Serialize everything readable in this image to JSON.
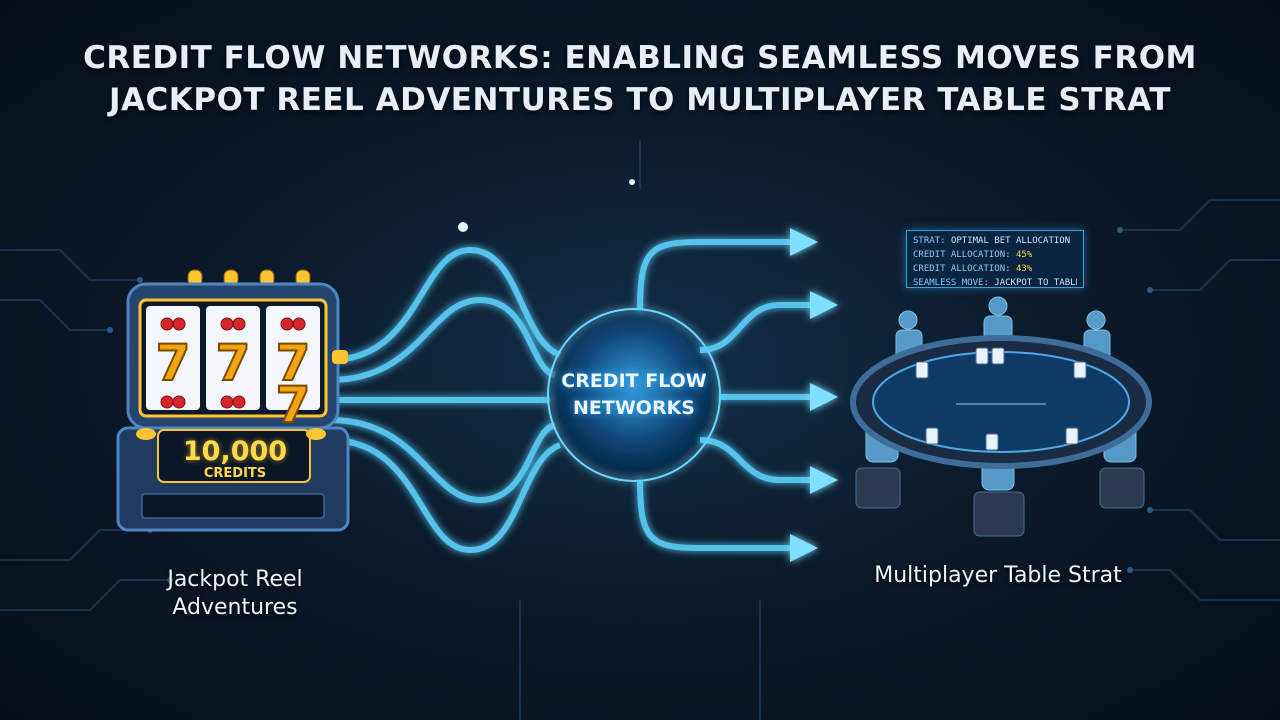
{
  "title": {
    "line1": "CREDIT FLOW NETWORKS: ENABLING SEAMLESS MOVES FROM",
    "line2": "JACKPOT REEL ADVENTURES TO MULTIPLAYER TABLE STRAT"
  },
  "hub": {
    "line1": "CREDIT FLOW",
    "line2": "NETWORKS"
  },
  "slot_machine": {
    "credits_value": "10,000",
    "credits_unit": "CREDITS",
    "reel_symbol": "7"
  },
  "left_label": {
    "line1": "Jackpot Reel",
    "line2": "Adventures"
  },
  "right_label": "Multiplayer Table Strat",
  "strategy_panel": {
    "rows": [
      {
        "key": "STRAT:",
        "value": "OPTIMAL BET ALLOCATION"
      },
      {
        "key": "CREDIT ALLOCATION:",
        "value": "45%"
      },
      {
        "key": "CREDIT ALLOCATION:",
        "value": "43%"
      },
      {
        "key": "SEAMLESS MOVE:",
        "value": "JACKPOT TO TABLE"
      }
    ]
  },
  "colors": {
    "flow": "#5fd4ff",
    "flow_glow": "#1d8fe0",
    "gold": "#ffc531",
    "machine": "#25456e"
  },
  "icons": {
    "reel_fruit": "cherry-icon",
    "arrow": "arrow-right-icon",
    "player": "player-figure-icon"
  }
}
